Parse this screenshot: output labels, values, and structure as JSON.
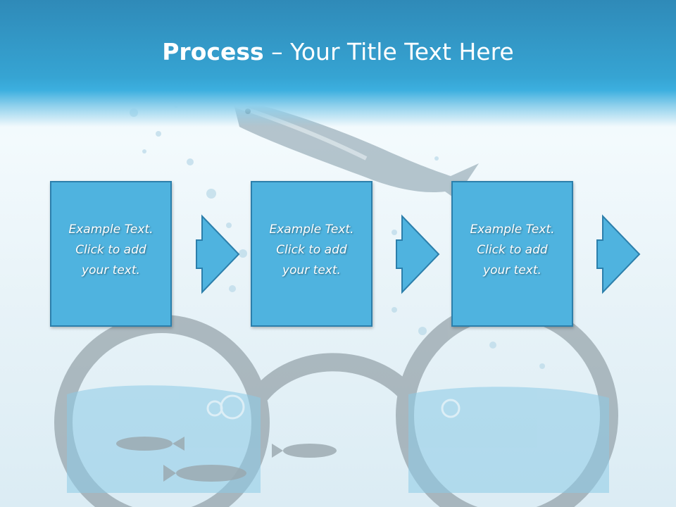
{
  "slide": {
    "title_bold": "Process",
    "title_rest": " – Your Title Text Here"
  },
  "steps": [
    {
      "text": "Example Text.\nClick  to add\nyour text."
    },
    {
      "text": "Example Text.\nClick  to add\nyour text."
    },
    {
      "text": "Example Text.\nClick  to add\nyour text."
    }
  ],
  "colors": {
    "title_bar": "#36a4d3",
    "box_fill": "#4fb3df",
    "box_border": "#2c7fab",
    "text": "#ffffff"
  },
  "icons": [
    "fish-image",
    "eyeglasses-image",
    "water-splash-image"
  ]
}
